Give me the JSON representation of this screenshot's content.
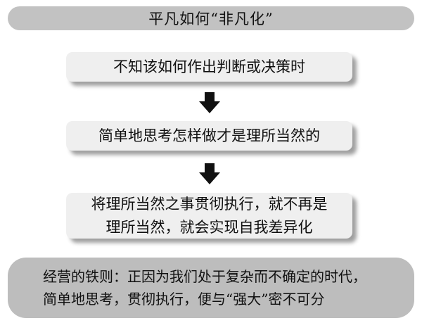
{
  "title": "平凡如何“非凡化”",
  "steps": [
    {
      "text": "不知该如何作出判断或决策时"
    },
    {
      "text": "简单地思考怎样做才是理所当然的"
    },
    {
      "line1": "将理所当然之事贯彻执行，就不再是",
      "line2": "理所当然，就会实现自我差异化"
    }
  ],
  "summary": {
    "line1": "经营的铁则：正因为我们处于复杂而不确定的时代，",
    "line2": "简单地思考，贯彻执行，便与“强大”密不可分"
  }
}
